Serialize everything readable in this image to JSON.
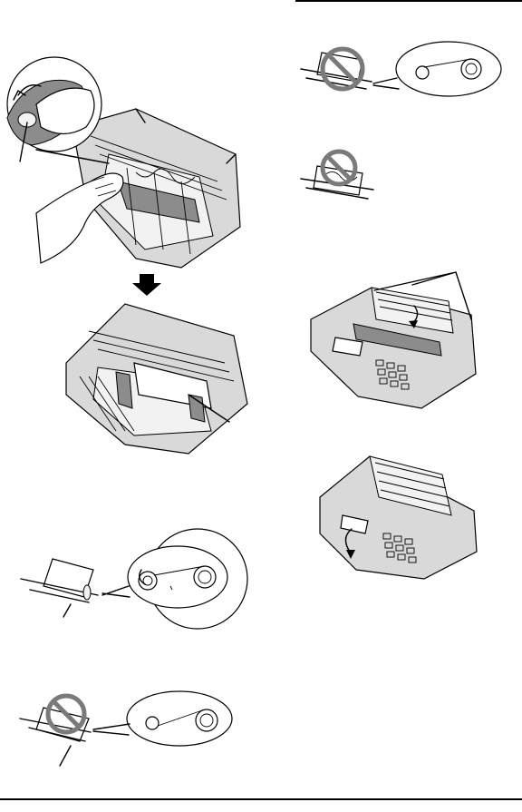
{
  "page": {
    "title": "",
    "figures": [
      {
        "id": "remove-old-ribbon",
        "depicts": "hand-pulling-roll-from-fax"
      },
      {
        "id": "arrow-down",
        "depicts": "down-arrow"
      },
      {
        "id": "roll-installed",
        "depicts": "fax-with-new-ribbon"
      },
      {
        "id": "ribbon-correct",
        "depicts": "ribbon-roll-correct-wind"
      },
      {
        "id": "ribbon-incorrect",
        "depicts": "ribbon-roll-incorrect-wind"
      },
      {
        "id": "ribbon-reversed",
        "depicts": "ribbon-roll-reversed"
      },
      {
        "id": "ribbon-slack",
        "depicts": "ribbon-roll-slack"
      },
      {
        "id": "close-back-cover",
        "depicts": "fax-closing-back-cover"
      },
      {
        "id": "close-front-cover",
        "depicts": "fax-closing-front-cover"
      }
    ]
  },
  "colors": {
    "ink": "#000000",
    "body": "#d9d9d9",
    "shade": "#8c8c8c",
    "prohibit": "#7a7a7a"
  }
}
